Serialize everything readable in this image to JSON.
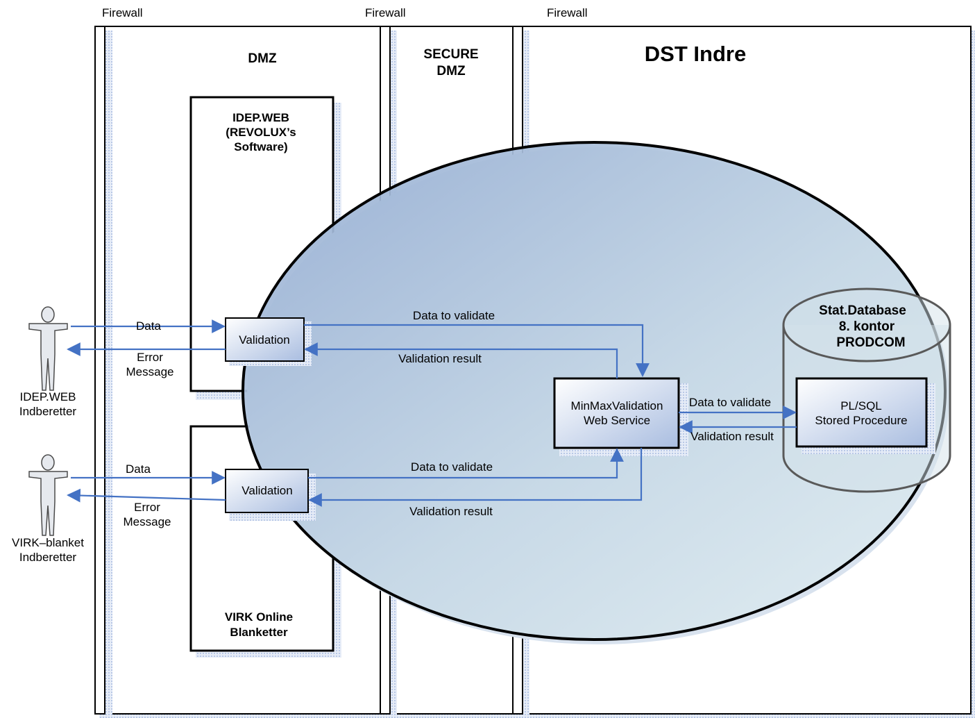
{
  "firewalls": [
    "Firewall",
    "Firewall",
    "Firewall"
  ],
  "zones": {
    "dmz": "DMZ",
    "secure_dmz": [
      "SECURE",
      "DMZ"
    ],
    "dst_indre": "DST Indre"
  },
  "systems": {
    "idep_web": [
      "IDEP.WEB",
      "(REVOLUX’s",
      "Software)"
    ],
    "virk_online": [
      "VIRK Online",
      "Blanketter"
    ]
  },
  "actors": {
    "idep_user": [
      "IDEP.WEB",
      "Indberetter"
    ],
    "virk_user": [
      "VIRK–blanket",
      "Indberetter"
    ]
  },
  "components": {
    "validation_top": "Validation",
    "validation_bottom": "Validation",
    "web_service": [
      "MinMaxValidation",
      "Web Service"
    ],
    "database": [
      "Stat.Database",
      "8. kontor",
      "PRODCOM"
    ],
    "stored_procedure": [
      "PL/SQL",
      "Stored Procedure"
    ]
  },
  "flows": {
    "top_data": "Data",
    "top_error": [
      "Error",
      "Message"
    ],
    "top_data_to_validate": "Data to validate",
    "top_validation_result": "Validation result",
    "ws_data_to_validate": "Data to validate",
    "ws_validation_result": "Validation result",
    "bottom_data": "Data",
    "bottom_error": [
      "Error",
      "Message"
    ],
    "bottom_data_to_validate": "Data to validate",
    "bottom_validation_result": "Validation result"
  },
  "colors": {
    "arrow": "#4472c4",
    "ellipse_fill_left": "#9fb5d6",
    "ellipse_fill_right": "#dce9ee",
    "box_shadow": "#c5d3ea"
  }
}
